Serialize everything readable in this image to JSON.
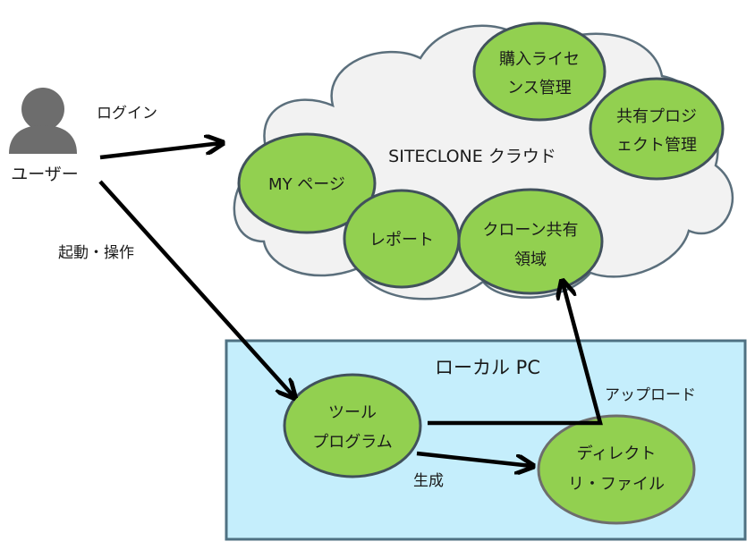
{
  "user": {
    "label": "ユーザー"
  },
  "labels": {
    "login": "ログイン",
    "launch": "起動・操作",
    "upload": "アップロード",
    "generate": "生成"
  },
  "cloud": {
    "title": "SITECLONE クラウド",
    "nodes": {
      "license": [
        "購入ライセ",
        "ンス管理"
      ],
      "project": [
        "共有プロジ",
        "ェクト管理"
      ],
      "mypage": [
        "MY ページ"
      ],
      "report": [
        "レポート"
      ],
      "clone": [
        "クローン共有",
        "領域"
      ]
    }
  },
  "local": {
    "title": "ローカル PC",
    "nodes": {
      "tool": [
        "ツール",
        "プログラム"
      ],
      "dir": [
        "ディレクト",
        "リ・ファイル"
      ]
    }
  },
  "colors": {
    "node_fill": "#92d050",
    "node_stroke": "#41515c",
    "cloud_fill": "#f2f2f2",
    "cloud_stroke": "#5b6f7c",
    "local_fill": "#c5eefc",
    "local_stroke": "#4f7182",
    "user_icon": "#6d6d6d"
  }
}
